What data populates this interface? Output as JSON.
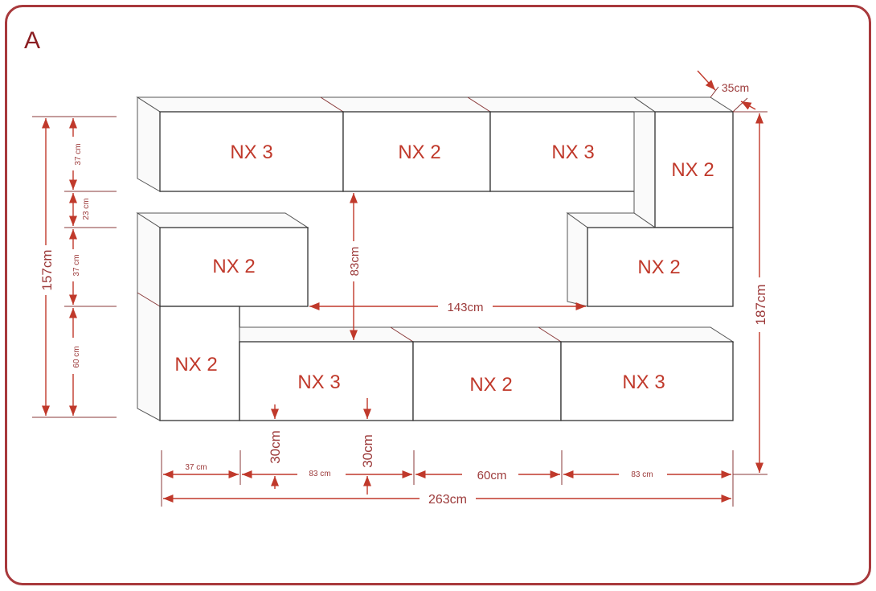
{
  "panel_label": "A",
  "modules": {
    "top_1": "NX 3",
    "top_2": "NX 2",
    "top_3": "NX 3",
    "top_right": "NX 2",
    "mid_left": "NX 2",
    "mid_right": "NX 2",
    "left_tall": "NX 2",
    "bottom_1": "NX 3",
    "bottom_2": "NX 2",
    "bottom_3": "NX 3"
  },
  "dimensions": {
    "depth": "35cm",
    "total_height_left": "157cm",
    "left_seg_1": "37 cm",
    "left_seg_2": "23 cm",
    "left_seg_3": "37 cm",
    "left_seg_4": "60 cm",
    "total_height_right": "187cm",
    "gap_vertical": "83cm",
    "gap_horizontal": "143cm",
    "offset_1": "30cm",
    "offset_2": "30cm",
    "bottom_seg_1": "37 cm",
    "bottom_seg_2": "83 cm",
    "bottom_seg_3": "60cm",
    "bottom_seg_4": "83 cm",
    "total_width": "263cm"
  },
  "colors": {
    "frame": "#a8393c",
    "dimension": "#c0392b"
  }
}
